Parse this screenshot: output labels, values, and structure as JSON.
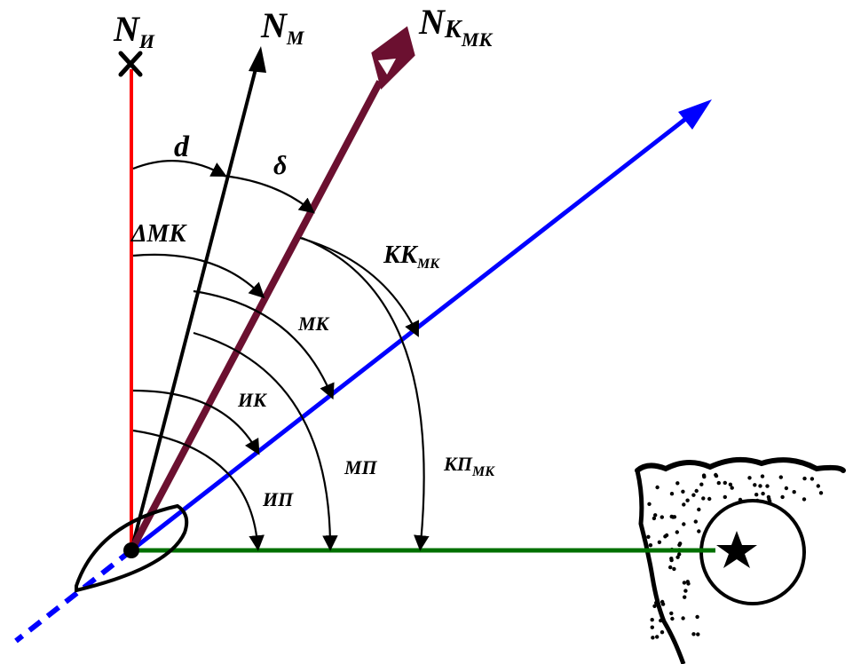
{
  "labels": {
    "n_true_main": "N",
    "n_true_sub": "И",
    "n_magnetic_main": "N",
    "n_magnetic_sub": "М",
    "n_compass_main": "N",
    "n_compass_sub_k": "К",
    "n_compass_sub_mk": "МК",
    "declination": "d",
    "deviation": "δ",
    "compass_correction": "ΔМК",
    "compass_course_main": "КК",
    "compass_course_sub": "МК",
    "magnetic_course": "МК",
    "true_course": "ИК",
    "magnetic_bearing": "МП",
    "true_bearing": "ИП",
    "compass_bearing_main": "КП",
    "compass_bearing_sub": "МК"
  },
  "colors": {
    "true_meridian": "#ff0000",
    "magnetic_meridian": "#000000",
    "compass_meridian": "#6b1030",
    "course_line": "#0000ff",
    "bearing_line": "#007000"
  },
  "icons": {
    "true_north_marker": "cross-icon",
    "compass_north_marker": "compass-needle-icon",
    "landmark": "star-icon",
    "ship": "ship-hull-icon"
  }
}
